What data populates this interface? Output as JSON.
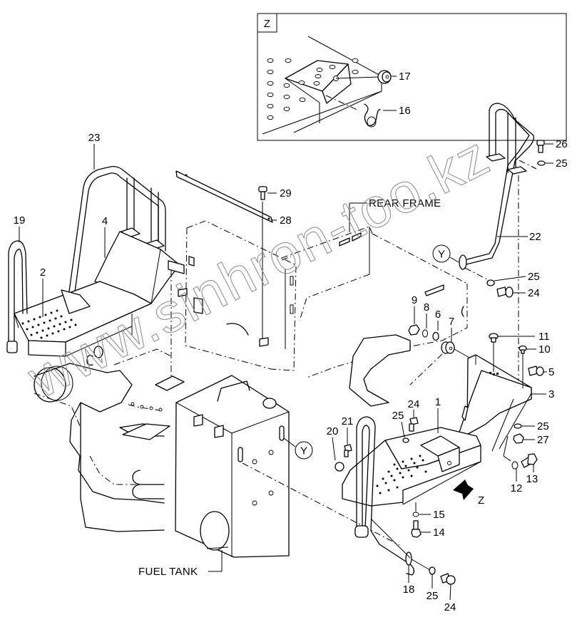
{
  "diagram": {
    "title": "Steps and handrails exploded parts view",
    "detail_view": {
      "tag": "Z",
      "labels": [
        {
          "id": "17",
          "text": "17"
        },
        {
          "id": "16",
          "text": "16"
        }
      ]
    },
    "callouts": {
      "rear_frame": "REAR FRAME",
      "fuel_tank": "FUEL TANK",
      "view_arrow": "Z",
      "ref_y_1": "Y",
      "ref_y_2": "Y"
    },
    "part_numbers": {
      "p1": "1",
      "p2": "2",
      "p3": "3",
      "p4": "4",
      "p5": "5",
      "p6": "6",
      "p7": "7",
      "p8": "8",
      "p9": "9",
      "p10": "10",
      "p11": "11",
      "p12": "12",
      "p13": "13",
      "p14": "14",
      "p15": "15",
      "p18": "18",
      "p19": "19",
      "p20": "20",
      "p21": "21",
      "p22": "22",
      "p23": "23",
      "p24a": "24",
      "p24b": "24",
      "p24c": "24",
      "p25a": "25",
      "p25b": "25",
      "p25c": "25",
      "p25d": "25",
      "p25e": "25",
      "p26": "26",
      "p27": "27",
      "p28": "28",
      "p29": "29"
    },
    "watermark": "www.sinhron-too.kz"
  }
}
